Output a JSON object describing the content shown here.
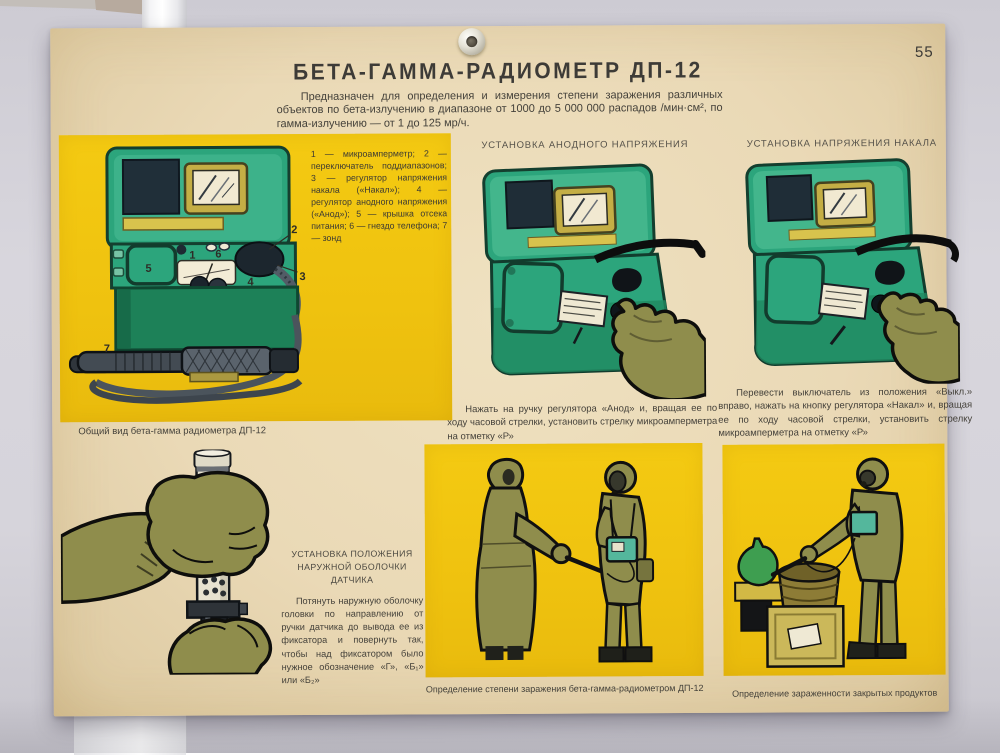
{
  "page_number": "55",
  "colors": {
    "paper": "#ead9b6",
    "panel_yellow": "#f1c511",
    "device_green": "#2ca57c",
    "device_green_dark": "#1d8158",
    "suit_olive": "#8f8d4c",
    "ink": "#3e3b35"
  },
  "header": {
    "title": "БЕТА-ГАММА-РАДИОМЕТР ДП-12",
    "intro": "Предназначен для определения и измерения степени заражения различных объектов по бета-излучению в диапазоне от 1000 до 5 000 000 распадов /мин·см², по гамма-излучению — от 1 до 125 мр/ч."
  },
  "general_view": {
    "legend": "1 — микроамперметр; 2 — переключатель поддиапазонов; 3 — регулятор напряжения накала («Накал»); 4 — регулятор анодного напряжения («Анод»); 5 — крышка отсека питания; 6 — гнездо телефона; 7 — зонд",
    "caption": "Общий вид бета-гамма радиометра ДП-12",
    "callouts": [
      "1",
      "2",
      "3",
      "4",
      "5",
      "6",
      "7"
    ]
  },
  "anode_section": {
    "heading": "УСТАНОВКА АНОДНОГО НАПРЯЖЕНИЯ",
    "caption": "Нажать на ручку регулятора «Анод» и, вращая ее по ходу часовой стрелки, установить стрелку микроамперметра на отметку «Р»"
  },
  "filament_section": {
    "heading": "УСТАНОВКА НАПРЯЖЕНИЯ НАКАЛА",
    "caption": "Перевести выключатель из положения «Выкл.» вправо, нажать на кнопку регулятора «Накал» и, вращая ее по ходу часовой стрелки, установить стрелку микроамперметра на отметку «Р»"
  },
  "sheath_section": {
    "heading": "УСТАНОВКА ПОЛОЖЕНИЯ НАРУЖНОЙ ОБОЛОЧКИ ДАТЧИКА",
    "body": "Потянуть наружную оболочку головки по направлению от ручки датчика до вывода ее из фиксатора и повернуть так, чтобы над фиксатором было нужное обозначение «Г», «Б₁» или «Б₂»"
  },
  "measurement_section": {
    "caption": "Определение степени заражения бета-гамма-радиометром ДП-12"
  },
  "products_section": {
    "caption": "Определение зараженности закрытых продуктов"
  }
}
